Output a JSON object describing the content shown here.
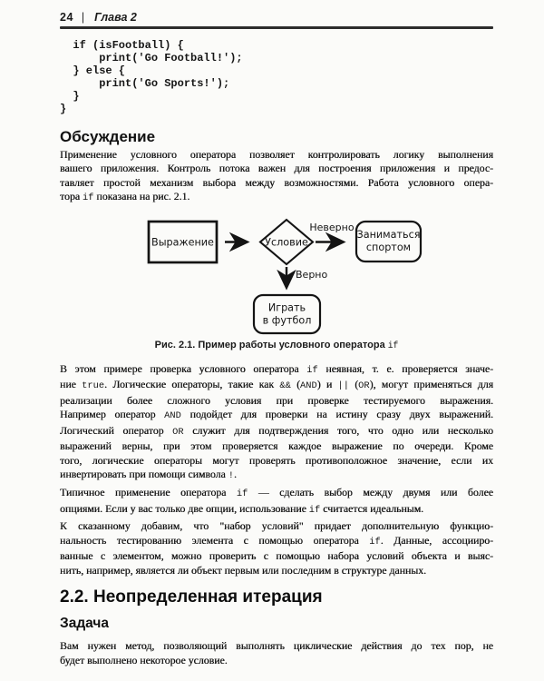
{
  "colors": {
    "ink": "#1b1b1b",
    "paper": "#fbfbf9"
  },
  "page": {
    "header": {
      "page_number": "24",
      "separator": "|",
      "chapter": "Глава 2"
    },
    "code_block": "  if (isFootball) {\n      print('Go Football!');\n  } else {\n      print('Go Sports!');\n  }\n}",
    "discussion": {
      "heading": "Обсуждение",
      "p1": {
        "lines": [
          "Применение условного оператора позволяет контролировать логику выполнения",
          "вашего приложения. Контроль потока важен для построения приложения и предос-",
          "тавляет простой механизм выбора между возможностями. Работа условного опера-",
          "тора `if` показана на рис. 2.1."
        ]
      },
      "p2": {
        "lines": [
          "В этом примере проверка условного оператора `if` неявная, т. е. проверяется значе-",
          "ние `true`. Логические операторы, такие как `&&` (`AND`) и `||` (`OR`), могут применяться для",
          "реализации более сложного условия при проверке тестируемого выражения.",
          "Например оператор `AND` подойдет для проверки на истину сразу двух выражений.",
          "Логический оператор `OR` служит для подтверждения того, что одно или несколько",
          "выражений верны, при этом проверяется каждое выражение по очереди. Кроме",
          "того, логические операторы могут проверять противоположное значение, если их",
          "инвертировать при помощи символа `!`."
        ]
      },
      "p3": {
        "lines": [
          "Типичное применение оператора `if` — сделать выбор между двумя или более",
          "опциями. Если у вас только две опции, использование `if` считается идеальным."
        ]
      },
      "p4": {
        "lines": [
          "К сказанному добавим, что \"набор условий\" придает дополнительную функцио-",
          "нальность тестированию элемента с помощью оператора `if`. Данные, ассоцииро-",
          "ванные с элементом, можно проверить с помощью набора условий объекта и выяс-",
          "нить, например, является ли объект первым или последним в структуре данных."
        ]
      }
    },
    "figure": {
      "expression_box": "Выражение",
      "condition_diamond": "Условие",
      "no_label": "Неверно",
      "yes_label": "Верно",
      "no_box": [
        "Заниматься",
        "спортом"
      ],
      "yes_box": [
        "Играть",
        "в футбол"
      ],
      "caption": "Рис. 2.1. Пример работы условного оператора `if`"
    },
    "section_22": {
      "heading": "2.2. Неопределенная итерация",
      "problem_heading": "Задача",
      "p1": {
        "lines": [
          "Вам нужен метод, позволяющий выполнять циклические действия до тех пор, не",
          "будет выполнено некоторое условие."
        ]
      }
    }
  }
}
